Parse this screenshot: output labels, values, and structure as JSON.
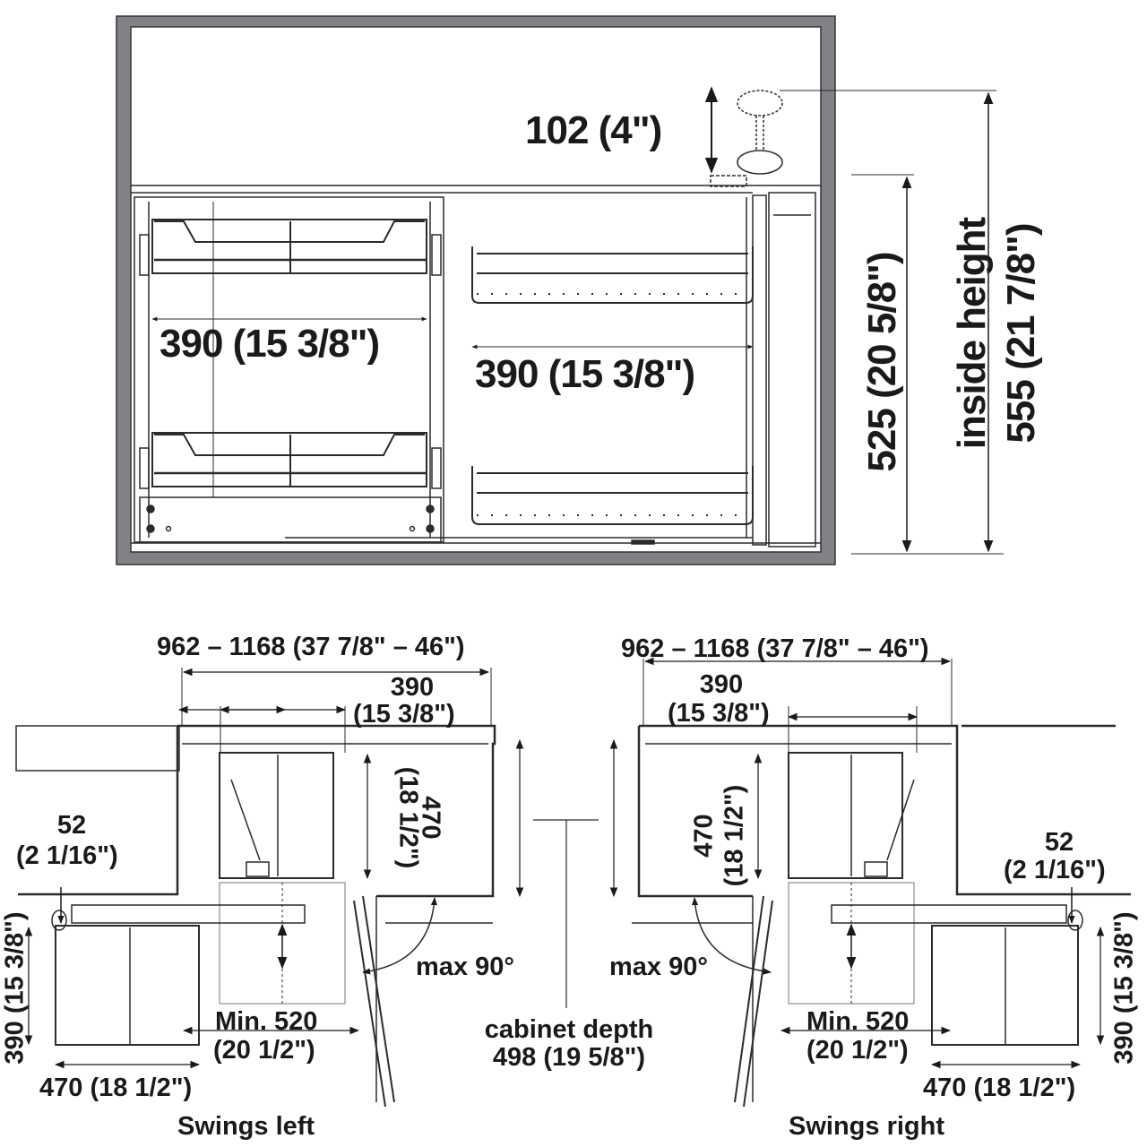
{
  "colors": {
    "frame": "#808285",
    "line": "#2b2b2b",
    "text": "#1a1a1a",
    "background": "#ffffff"
  },
  "elevation": {
    "lift_travel": "102 (4\")",
    "left_basket_width": "390 (15 3/8\")",
    "right_basket_width": "390 (15 3/8\")",
    "unit_height": "525 (20 5/8\")",
    "inside_height_label": "inside height",
    "inside_height_value": "555 (21 7/8\")"
  },
  "plan_left": {
    "overall_width": "962 – 1168 (37 7/8\" – 46\")",
    "basket_width_mm": "390",
    "basket_width_in": "(15 3/8\")",
    "basket_depth_mm": "470",
    "basket_depth_in": "(18 1/2\")",
    "offset_mm": "52",
    "offset_in": "(2 1/16\")",
    "swing_basket_depth": "390 (15 3/8\")",
    "swing_basket_width": "470 (18 1/2\")",
    "min_opening_mm": "Min. 520",
    "min_opening_in": "(20 1/2\")",
    "door_angle": "max 90°",
    "caption": "Swings left"
  },
  "plan_right": {
    "overall_width": "962 – 1168 (37 7/8\" – 46\")",
    "basket_width_mm": "390",
    "basket_width_in": "(15 3/8\")",
    "basket_depth_mm": "470",
    "basket_depth_in": "(18 1/2\")",
    "offset_mm": "52",
    "offset_in": "(2 1/16\")",
    "swing_basket_depth": "390 (15 3/8\")",
    "swing_basket_width": "470 (18 1/2\")",
    "min_opening_mm": "Min. 520",
    "min_opening_in": "(20 1/2\")",
    "door_angle": "max 90°",
    "caption": "Swings right"
  },
  "cabinet_depth": {
    "label": "cabinet depth",
    "value": "498 (19 5/8\")"
  }
}
